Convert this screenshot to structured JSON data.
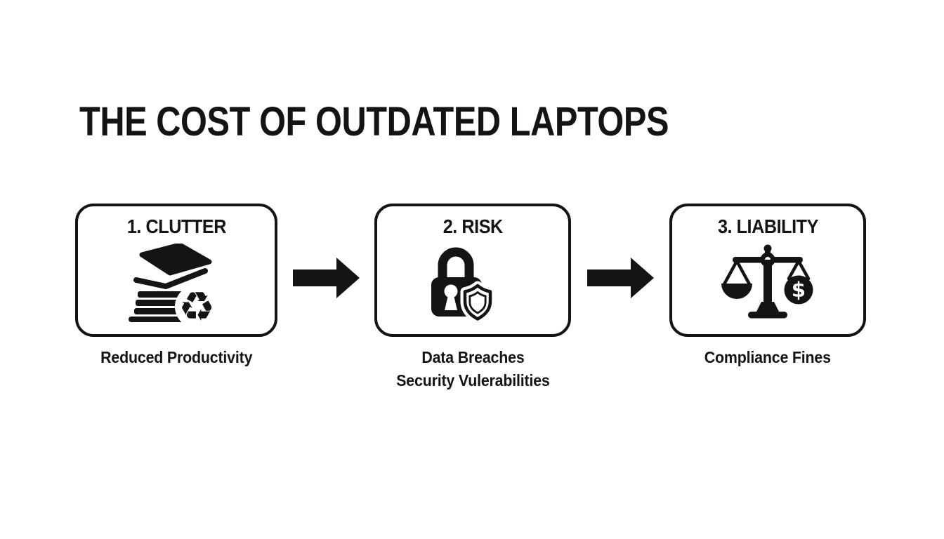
{
  "title": "THE COST OF OUTDATED LAPTOPS",
  "colors": {
    "background": "#ffffff",
    "ink": "#141414"
  },
  "steps": [
    {
      "heading": "1. CLUTTER",
      "icon": "laptop-stack-recycle-icon",
      "caption": "Reduced Productivity"
    },
    {
      "heading": "2. RISK",
      "icon": "padlock-shield-icon",
      "caption": "Data Breaches\nSecurity Vulerabilities"
    },
    {
      "heading": "3. LIABILITY",
      "icon": "scale-dollar-icon",
      "caption": "Compliance Fines"
    }
  ],
  "arrow": {
    "icon": "right-arrow-icon"
  },
  "glyphs": {
    "recycle": "♻",
    "dollar": "$"
  }
}
